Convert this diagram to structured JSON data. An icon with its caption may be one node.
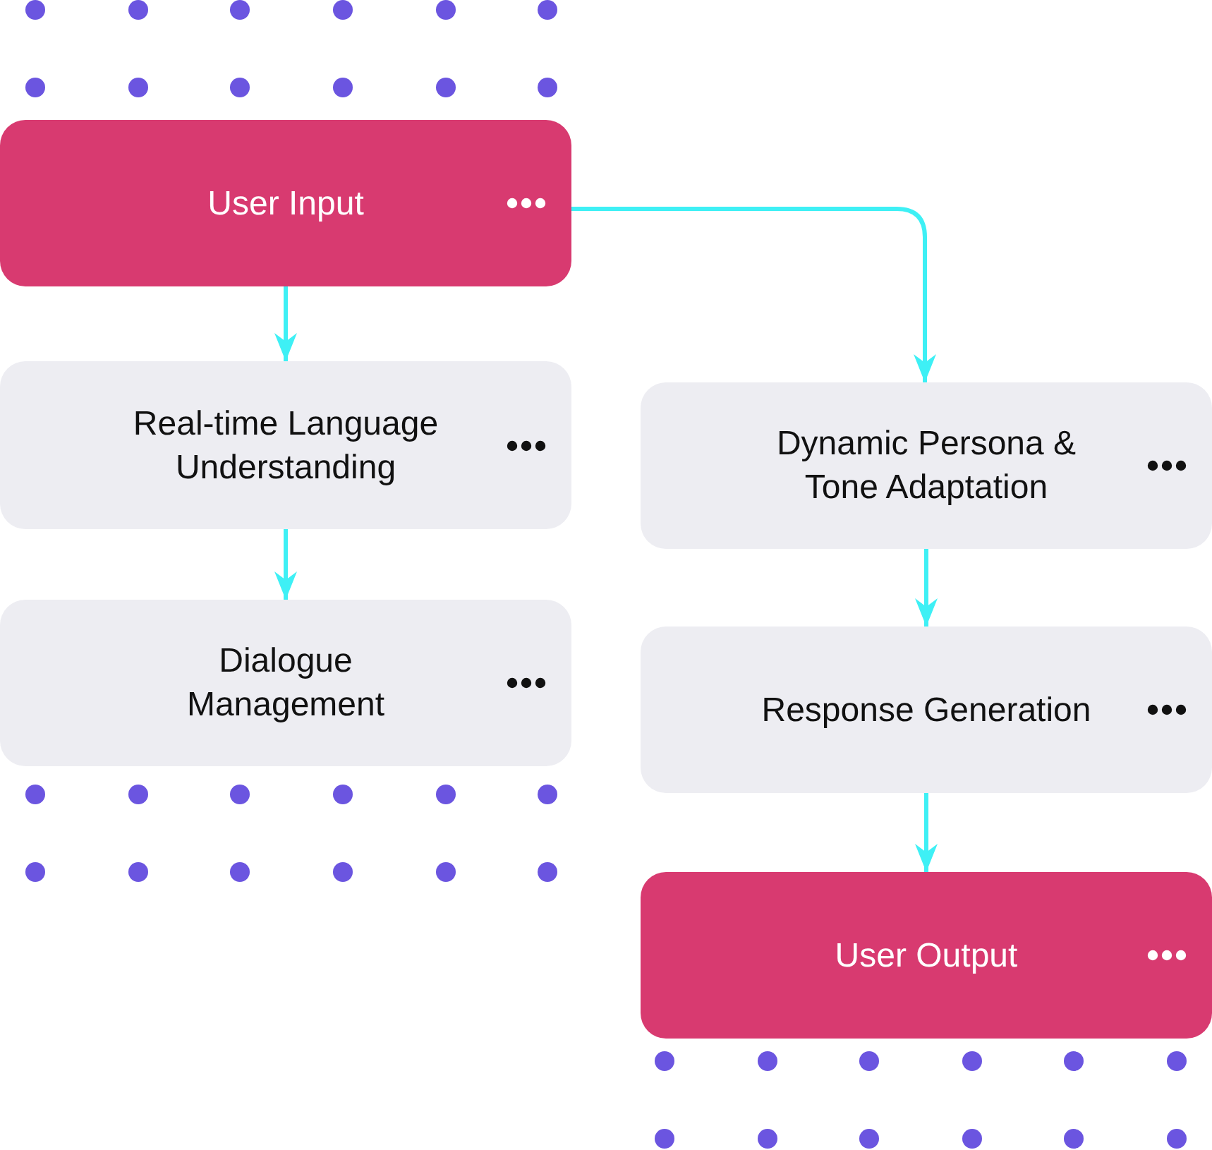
{
  "diagram": {
    "nodes": [
      {
        "text": [
          "User Input"
        ]
      },
      {
        "text": [
          "Real-time Language Understanding"
        ]
      },
      {
        "text": [
          "Dialogue Management"
        ]
      },
      {
        "text": [
          "Dynamic Persona & Tone Adaptation"
        ]
      },
      {
        "text": [
          "Response Generation"
        ]
      },
      {
        "text": [
          "User Output"
        ]
      }
    ],
    "edges": [
      {
        "from": 0,
        "to": 1,
        "arrow": "to"
      },
      {
        "from": 1,
        "to": 2,
        "arrow": "to"
      },
      {
        "from": 0,
        "to": 3,
        "arrow": "to"
      },
      {
        "from": 3,
        "to": 4,
        "arrow": "to"
      },
      {
        "from": 4,
        "to": 5,
        "arrow": "to"
      }
    ]
  }
}
